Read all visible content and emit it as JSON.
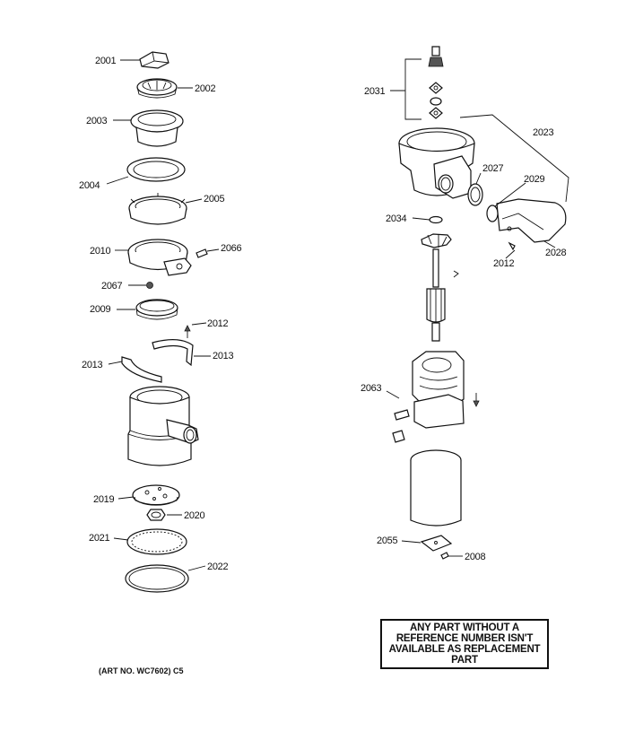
{
  "labels": {
    "p2001": "2001",
    "p2002": "2002",
    "p2003": "2003",
    "p2004": "2004",
    "p2005": "2005",
    "p2010": "2010",
    "p2066": "2066",
    "p2067": "2067",
    "p2009": "2009",
    "p2012_left": "2012",
    "p2013_left": "2013",
    "p2013_right": "2013",
    "p2019": "2019",
    "p2020": "2020",
    "p2021": "2021",
    "p2022": "2022",
    "p2031": "2031",
    "p2023": "2023",
    "p2027": "2027",
    "p2029": "2029",
    "p2034": "2034",
    "p2012_right": "2012",
    "p2028": "2028",
    "p2063": "2063",
    "p2055": "2055",
    "p2008": "2008"
  },
  "notice": "ANY PART WITHOUT A\nREFERENCE NUMBER ISN'T\nAVAILABLE AS REPLACEMENT\nPART",
  "art_number": "(ART NO. WC7602) C5"
}
